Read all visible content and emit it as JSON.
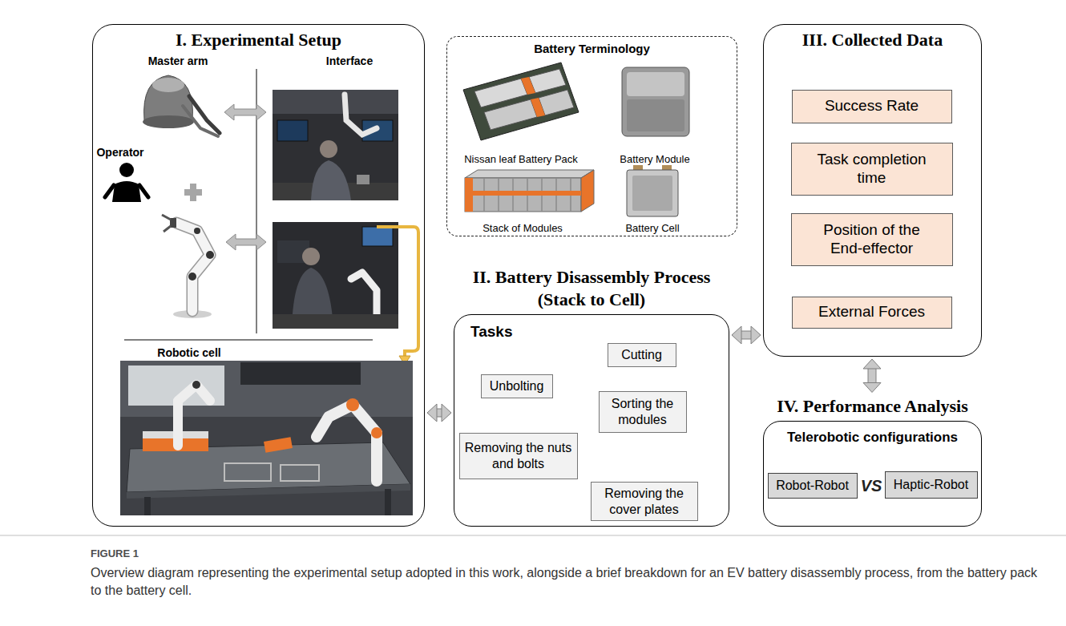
{
  "diagram": {
    "caption": "Overview diagram representing the experimental setup adopted in this work, alongside a brief breakdown for an EV battery disassembly process, from the battery pack to the battery cell.",
    "nodes": [
      {
        "text": [
          "I. Experimental Setup"
        ]
      },
      {
        "text": [
          "Battery Terminology"
        ]
      },
      {
        "text": [
          "II. Battery Disassembly Process (Stack to Cell)",
          "Tasks"
        ]
      },
      {
        "text": [
          "Unbolting"
        ],
        "in": 2
      },
      {
        "text": [
          "Removing the nuts and bolts"
        ],
        "in": 2
      },
      {
        "text": [
          "Removing the cover plates"
        ],
        "in": 2
      },
      {
        "text": [
          "Sorting the modules"
        ],
        "in": 2
      },
      {
        "text": [
          "Cutting"
        ],
        "in": 2
      },
      {
        "text": [
          "III. Collected Data"
        ]
      },
      {
        "text": [
          "Success Rate"
        ],
        "in": 8
      },
      {
        "text": [
          "Task completion time"
        ],
        "in": 8
      },
      {
        "text": [
          "Position of the End-effector"
        ],
        "in": 8
      },
      {
        "text": [
          "External Forces"
        ],
        "in": 8
      },
      {
        "text": [
          "IV. Performance Analysis",
          "Telerobotic configurations"
        ]
      },
      {
        "text": [
          "Robot-Robot"
        ],
        "in": 13
      },
      {
        "text": [
          "Haptic-Robot"
        ],
        "in": 13
      }
    ],
    "edges": [
      {
        "from": 0,
        "to": 2,
        "arrow": "both"
      },
      {
        "from": 2,
        "to": 8,
        "arrow": "both"
      },
      {
        "from": 8,
        "to": 13,
        "arrow": "both"
      },
      {
        "from": 3,
        "to": 4,
        "arrow": "to"
      },
      {
        "from": 4,
        "to": 5,
        "arrow": "to"
      },
      {
        "from": 5,
        "to": 6,
        "arrow": "to"
      },
      {
        "from": 6,
        "to": 7,
        "arrow": "to"
      }
    ],
    "labels": [
      "Master arm",
      "Interface",
      "Operator",
      "Robotic cell",
      "Nissan leaf Battery Pack",
      "Battery Module",
      "Stack of Modules",
      "Battery Cell",
      "VS",
      "FIGURE 1"
    ]
  }
}
